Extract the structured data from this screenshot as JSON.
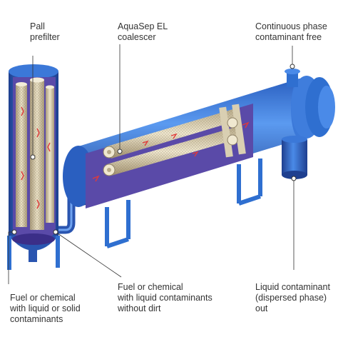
{
  "labels": {
    "pall_prefilter": "Pall\nprefilter",
    "aquasep": "AquaSep EL\ncoalescer",
    "continuous_phase": "Continuous phase\ncontaminant free",
    "fuel_liquid_solid": "Fuel or chemical\nwith liquid or solid\ncontaminants",
    "fuel_no_dirt": "Fuel or chemical\nwith liquid contaminants\nwithout dirt",
    "liquid_contaminant_out": "Liquid contaminant\n(dispersed phase) out"
  },
  "colors": {
    "vessel_blue": "#2f6fd0",
    "vessel_dark": "#1e3f8f",
    "interior_purple": "#5a4aa8",
    "element_beige": "#d6c9a6",
    "flow_arrow": "#e03a3a",
    "callout_line": "#333333"
  }
}
